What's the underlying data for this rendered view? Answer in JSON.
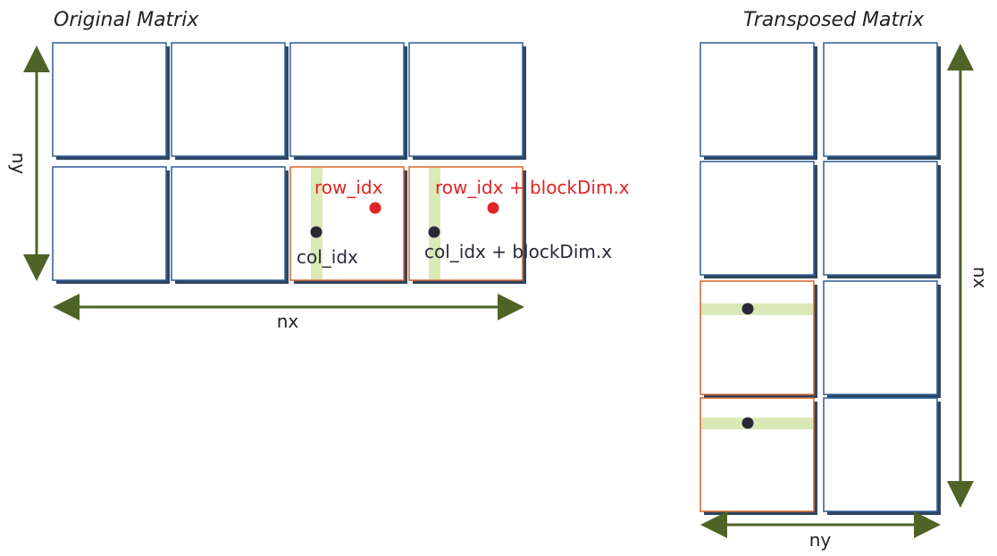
{
  "original": {
    "title": "Original Matrix",
    "ny_label": "ny",
    "nx_label": "nx",
    "row_idx_label": "row_idx",
    "row_idx_plus_label": "row_idx + blockDim.x",
    "col_idx_label": "col_idx",
    "col_idx_plus_label": "col_idx + blockDim.x"
  },
  "transposed": {
    "title": "Transposed Matrix",
    "nx_label": "nx",
    "ny_label": "ny"
  },
  "colors": {
    "block_border": "#2f5b9b",
    "block_shadow": "#2e4660",
    "highlight_border": "#d9642a",
    "highlight_strip": "#dbe9b6",
    "arrow": "#4e6326",
    "red_text": "#e02424",
    "dark_dot": "#2a2838"
  }
}
